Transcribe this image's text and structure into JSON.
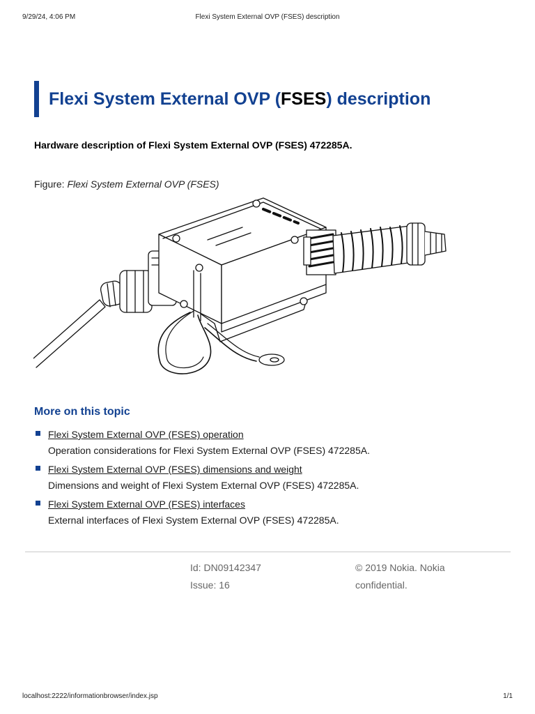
{
  "print_header": {
    "datetime": "9/29/24, 4:06 PM",
    "doc_title": "Flexi System External OVP (FSES) description"
  },
  "title": {
    "prefix": "Flexi System External OVP (",
    "acronym": "FSES",
    "suffix": ") description"
  },
  "shortdesc": "Hardware description of Flexi System External OVP (FSES) 472285A.",
  "figure": {
    "label": "Figure: ",
    "title": "Flexi System External OVP (FSES)"
  },
  "related": {
    "heading": "More on this topic",
    "items": [
      {
        "link": "Flexi System External OVP (FSES) operation",
        "desc": "Operation considerations for Flexi System External OVP (FSES) 472285A."
      },
      {
        "link": "Flexi System External OVP (FSES) dimensions and weight",
        "desc": "Dimensions and weight of Flexi System External OVP (FSES) 472285A."
      },
      {
        "link": "Flexi System External OVP (FSES) interfaces",
        "desc": "External interfaces of Flexi System External OVP (FSES) 472285A."
      }
    ]
  },
  "meta": {
    "id": "Id: DN09142347",
    "issue": "Issue: 16",
    "copyright_line1": "© 2019 Nokia. Nokia",
    "copyright_line2": "confidential."
  },
  "print_footer": {
    "url": "localhost:2222/informationbrowser/index.jsp",
    "pages": "1/1"
  },
  "colors": {
    "accent": "#124191",
    "text": "#1a1a1a",
    "meta_text": "#666666",
    "rule": "#c8c8c8"
  }
}
